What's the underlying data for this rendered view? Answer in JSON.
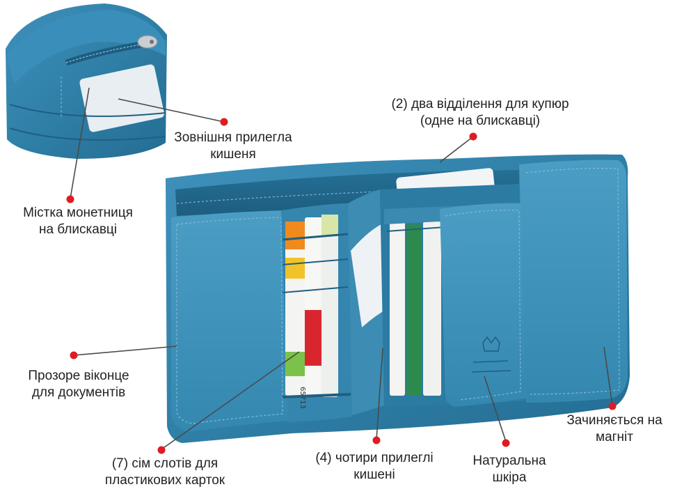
{
  "colors": {
    "leather": "#2f7fa7",
    "leather_dark": "#1f5f82",
    "leather_light": "#4d9cc4",
    "marker": "#e01b22",
    "pointer": "#4a4a4a",
    "text": "#222222"
  },
  "callouts": {
    "bill_compartments": {
      "line1": "(2) два відділення для купюр",
      "line2": "(одне на блискавці)"
    },
    "outer_pocket": {
      "line1": "Зовнішня прилегла",
      "line2": "кишеня"
    },
    "coin_pocket": {
      "line1": "Містка монетниця",
      "line2": "на блискавці"
    },
    "id_window": {
      "line1": "Прозоре віконце",
      "line2": "для документів"
    },
    "card_slots": {
      "line1": "(7) сім слотів для",
      "line2": "пластикових карток"
    },
    "side_pockets": {
      "line1": "(4) чотири прилеглі",
      "line2": "кишені"
    },
    "leather_note": {
      "line1": "Натуральна",
      "line2": "шкіра"
    },
    "magnet_clasp": {
      "line1": "Зачиняється на",
      "line2": "магніт"
    }
  },
  "card_texts": {
    "card_number": "65713"
  },
  "icons": {
    "marker": "red-dot-icon",
    "zipper_pull": "zipper-pull-icon",
    "brand_logo": "brand-emblem-icon"
  }
}
